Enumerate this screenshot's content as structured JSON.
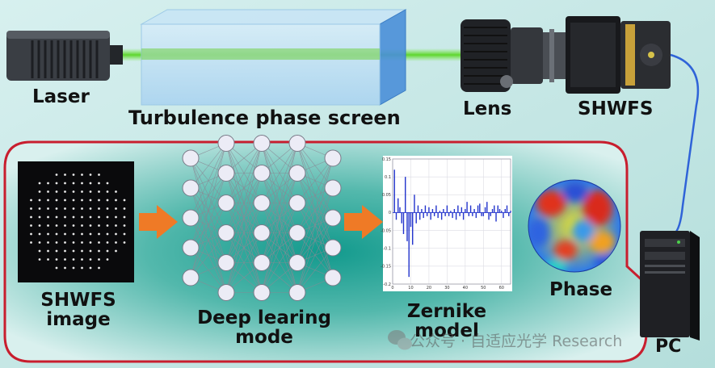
{
  "labels": {
    "laser": "Laser",
    "screen": "Turbulence phase screen",
    "lens": "Lens",
    "shwfs": "SHWFS",
    "pc": "PC",
    "shwfs_image_1": "SHWFS",
    "shwfs_image_2": "image",
    "deep_1": "Deep learing",
    "deep_2": "mode",
    "zernike_1": "Zernike",
    "zernike_2": "model",
    "phase": "Phase"
  },
  "watermark": "公众号 · 自适应光学 Research",
  "colors": {
    "background": "#bfe6e4",
    "inner_panel": "#1a9c90",
    "border": "#c81e2e",
    "beam": "#5ed62c",
    "arrow": "#ef7a26",
    "cable": "#2f63d8",
    "node_fill": "#ececf6"
  },
  "network_layers": [
    5,
    6,
    6,
    6,
    5
  ],
  "chart_data": {
    "type": "bar",
    "title": "",
    "xlabel": "",
    "ylabel": "",
    "xlim": [
      0,
      65
    ],
    "ylim": [
      -0.2,
      0.15
    ],
    "x_ticks": [
      "0",
      "10",
      "20",
      "30",
      "40",
      "50",
      "60"
    ],
    "y_ticks": [
      "0.15",
      "0.1",
      "0.05",
      "0",
      "-0.05",
      "-0.1",
      "-0.15",
      "-0.2"
    ],
    "grid": true,
    "series": [
      {
        "values": [
          0.12,
          -0.02,
          0.04,
          0.015,
          -0.03,
          -0.06,
          0.1,
          -0.08,
          -0.18,
          -0.04,
          -0.09,
          0.05,
          -0.03,
          0.02,
          -0.02,
          0.01,
          -0.015,
          0.02,
          -0.01,
          0.015,
          -0.02,
          0.01,
          -0.01,
          0.02,
          -0.015,
          0.005,
          -0.02,
          0.01,
          -0.01,
          0.02,
          -0.01,
          0.005,
          -0.015,
          0.01,
          -0.02,
          0.02,
          -0.01,
          0.015,
          -0.02,
          0.01,
          0.03,
          -0.01,
          0.02,
          -0.01,
          0.01,
          -0.015,
          0.02,
          0.025,
          -0.01,
          -0.01,
          0.015,
          0.03,
          -0.02,
          -0.01,
          0.01,
          0.02,
          -0.025,
          0.02,
          0.01,
          0.005,
          -0.015,
          0.01,
          0.02,
          -0.01,
          0.005
        ]
      }
    ]
  }
}
